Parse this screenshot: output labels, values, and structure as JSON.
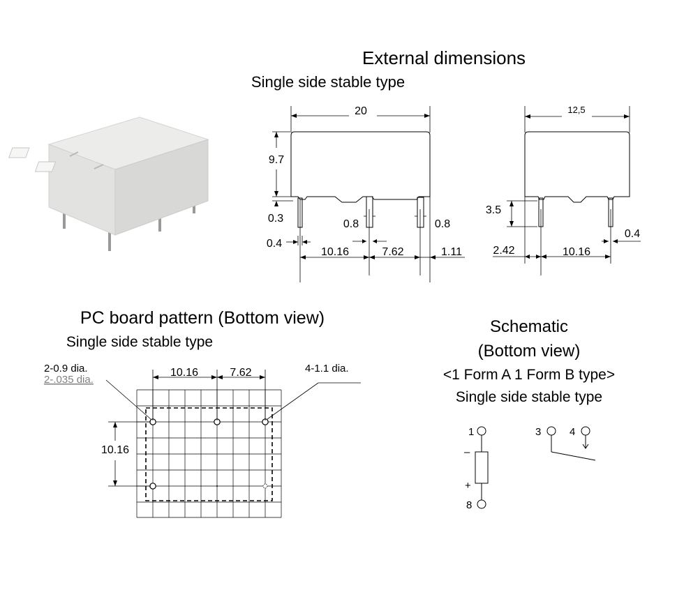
{
  "external": {
    "title": "External dimensions",
    "subtitle": "Single side stable type",
    "front": {
      "width": "20",
      "height": "9.7",
      "pin_offset": "0.3",
      "pin_width": "0.4",
      "pin_thick_mid": "0.8",
      "pin_thick_right": "0.8",
      "pitch_a": "10.16",
      "pitch_b": "7.62",
      "edge_right": "1.11"
    },
    "side": {
      "width": "12,5",
      "pin_length": "3.5",
      "pin_width": "0.4",
      "offset_left": "2.42",
      "pitch": "10.16"
    }
  },
  "pcb": {
    "title": "PC board pattern (Bottom view)",
    "subtitle": "Single side stable type",
    "hole_small": "2-0.9 dia.",
    "hole_small_inch": "2-.035 dia.",
    "hole_large": "4-1.1 dia.",
    "pitch_a": "10.16",
    "pitch_b": "7.62",
    "pitch_v": "10.16"
  },
  "schematic": {
    "title_1": "Schematic",
    "title_2": "(Bottom view)",
    "type": "<1 Form A 1 Form B type>",
    "subtitle": "Single side stable type",
    "pin_1": "1",
    "pin_3": "3",
    "pin_4": "4",
    "pin_8": "8",
    "minus": "–",
    "plus": "+"
  },
  "colors": {
    "line": "#000000",
    "inch_note": "#808080",
    "relay_body": "#e6e6e4"
  }
}
